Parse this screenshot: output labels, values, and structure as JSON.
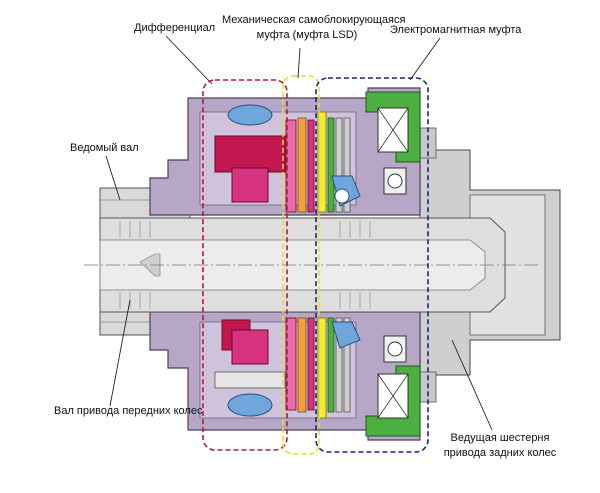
{
  "labels": {
    "differential": "Дифференциал",
    "lsd_line1": "Механическая самоблокирующаяся",
    "lsd_line2": "муфта (муфта LSD)",
    "em_clutch": "Электромагнитная муфта",
    "driven_shaft": "Ведомый вал",
    "front_drive_shaft": "Вал привода передних колес",
    "rear_gear_line1": "Ведущая шестерня",
    "rear_gear_line2": "привода задних колес"
  },
  "colors": {
    "housing": "#b7a7c7",
    "housing_dark": "#8f7fa3",
    "shaft": "#dcdcdc",
    "crimson": "#c2184f",
    "magenta": "#d8337e",
    "pink": "#e96aa8",
    "orange": "#f2a13a",
    "yellow": "#f4ea3a",
    "green": "#4caf3f",
    "blue": "#6fa6dc",
    "dash_red": "#c0123c",
    "dash_yellow": "#e4e020",
    "dash_navy": "#1a2580"
  }
}
